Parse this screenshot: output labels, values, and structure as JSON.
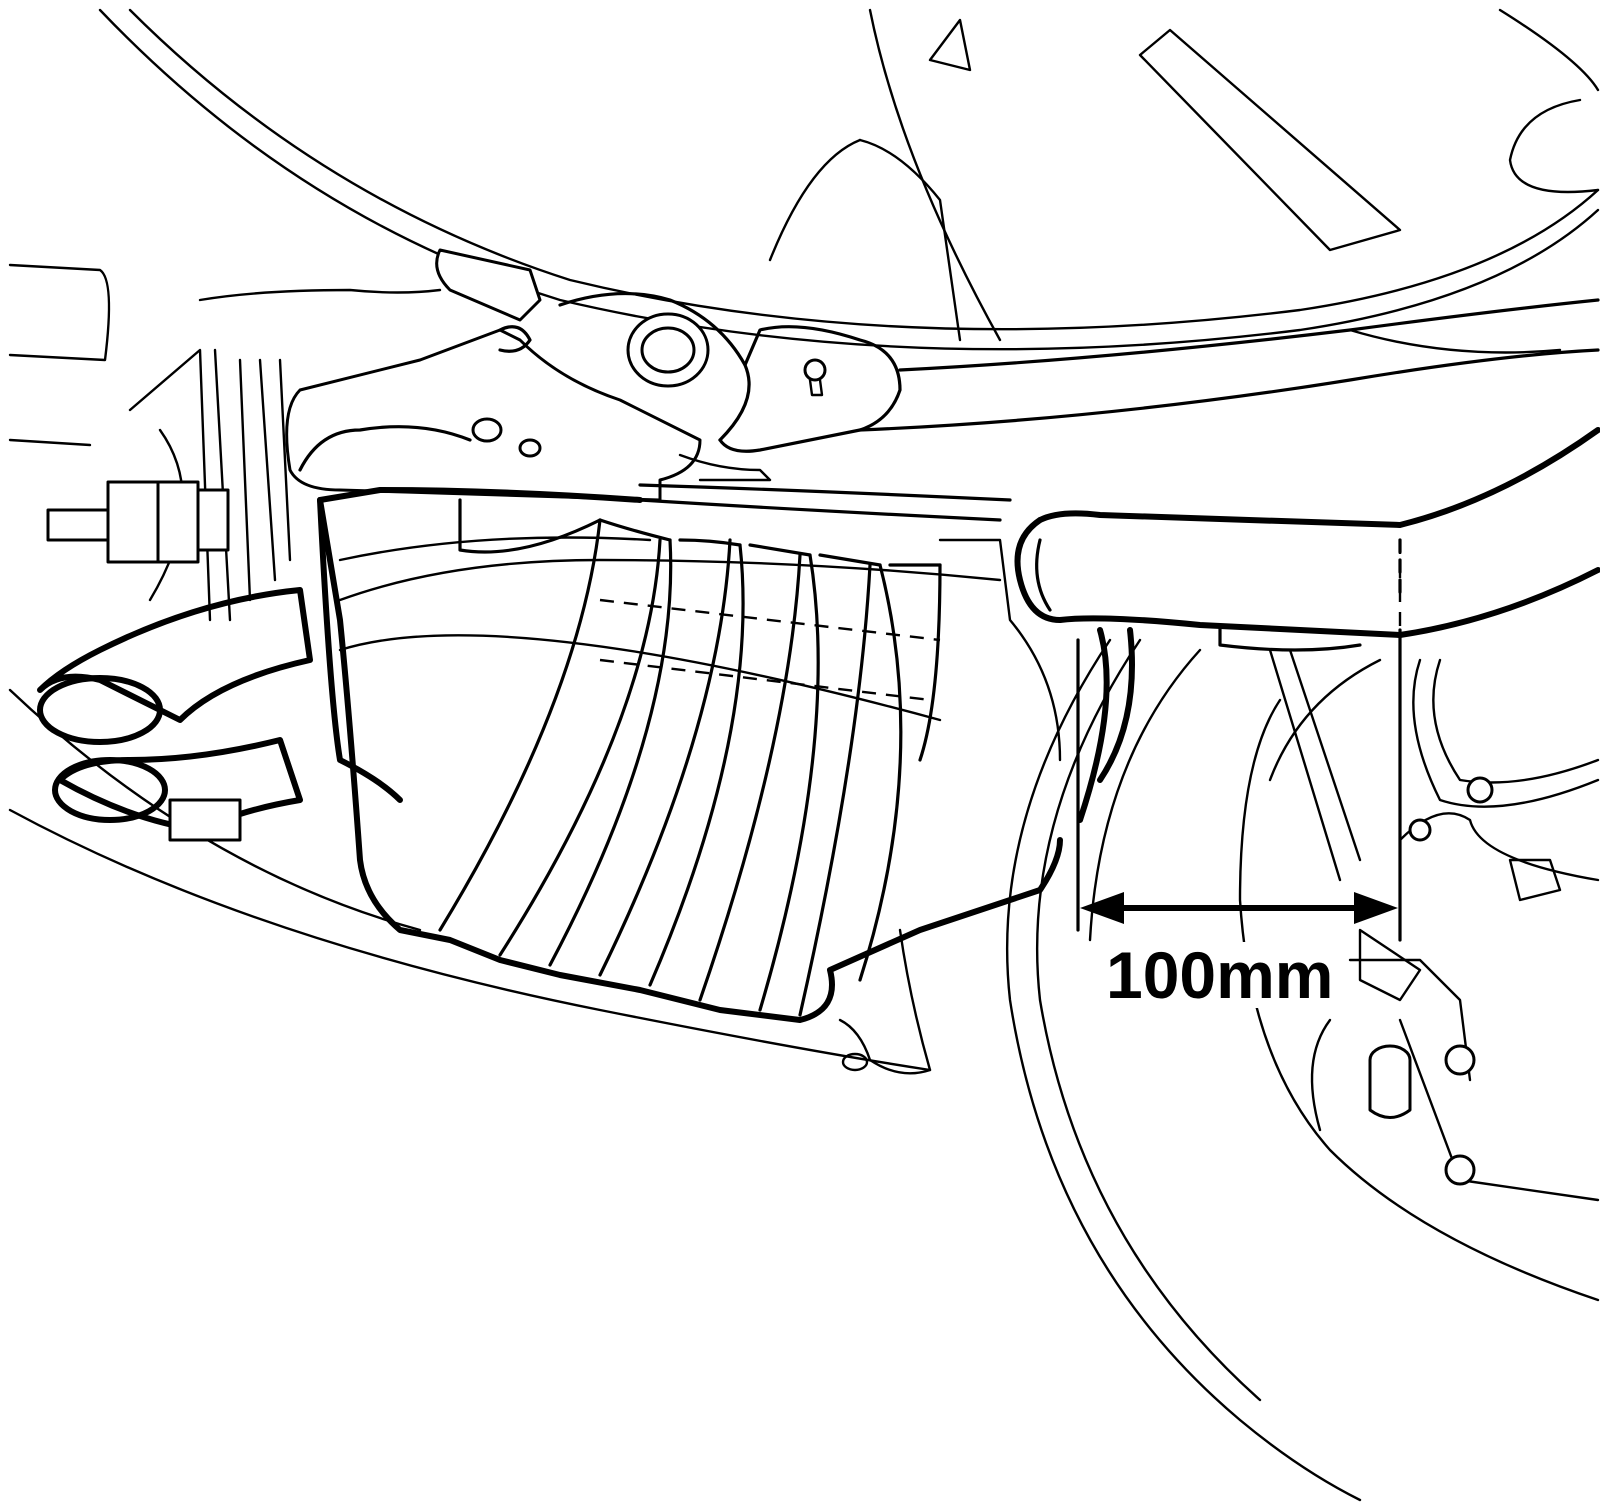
{
  "dimension": {
    "label": "100mm",
    "value": 100,
    "unit": "mm"
  },
  "colors": {
    "line": "#000000",
    "background": "#ffffff"
  }
}
